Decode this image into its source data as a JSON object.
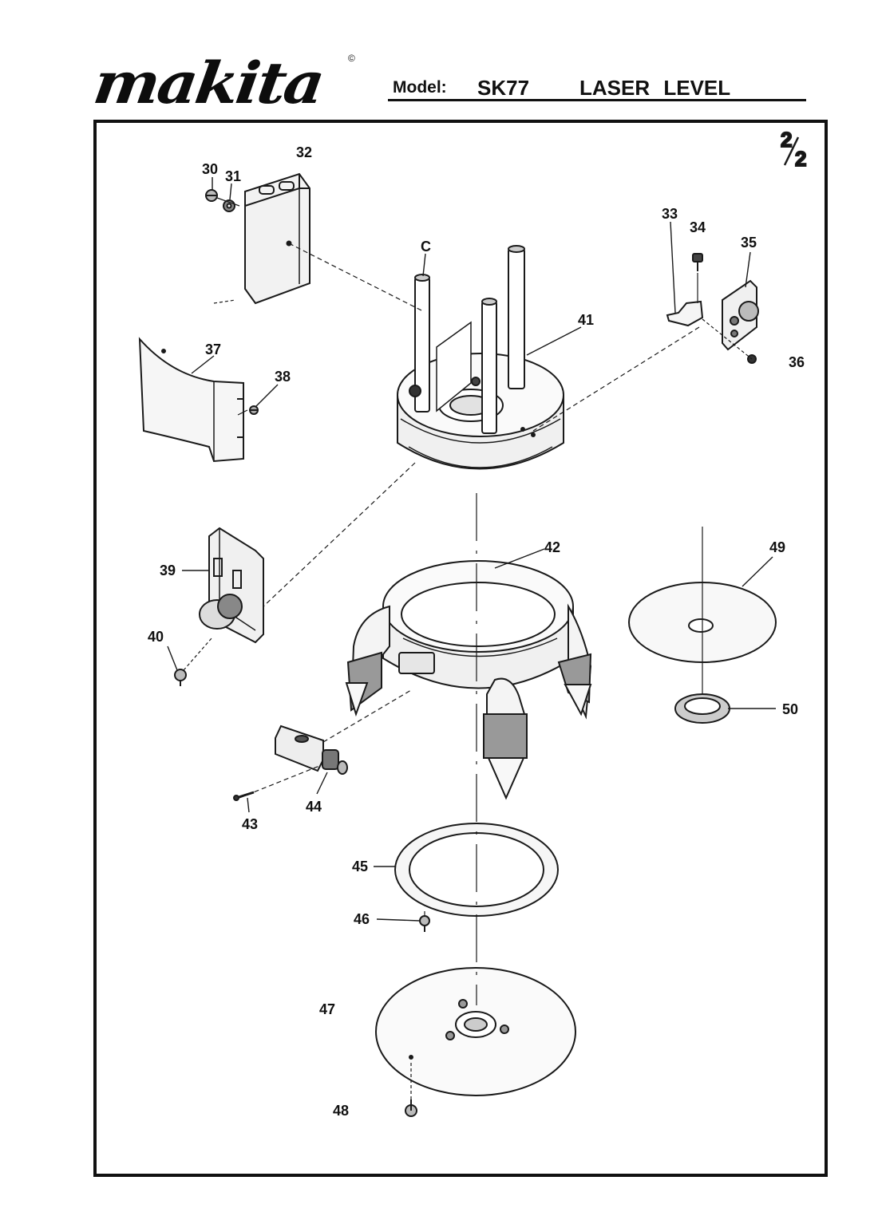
{
  "brand": {
    "name": "makita",
    "mark": "©"
  },
  "model": {
    "label": "Model:",
    "value": "SK77",
    "title": "LASER   LEVEL"
  },
  "page": {
    "numerator": "2",
    "denominator": "2"
  },
  "callouts": {
    "p30": "30",
    "p31": "31",
    "p32": "32",
    "p33": "33",
    "p34": "34",
    "p35": "35",
    "p36": "36",
    "p37": "37",
    "p38": "38",
    "p39": "39",
    "p40": "40",
    "p41": "41",
    "p42": "42",
    "p43": "43",
    "p44": "44",
    "p45": "45",
    "p46": "46",
    "p47": "47",
    "p48": "48",
    "p49": "49",
    "p50": "50",
    "pC": "C"
  }
}
